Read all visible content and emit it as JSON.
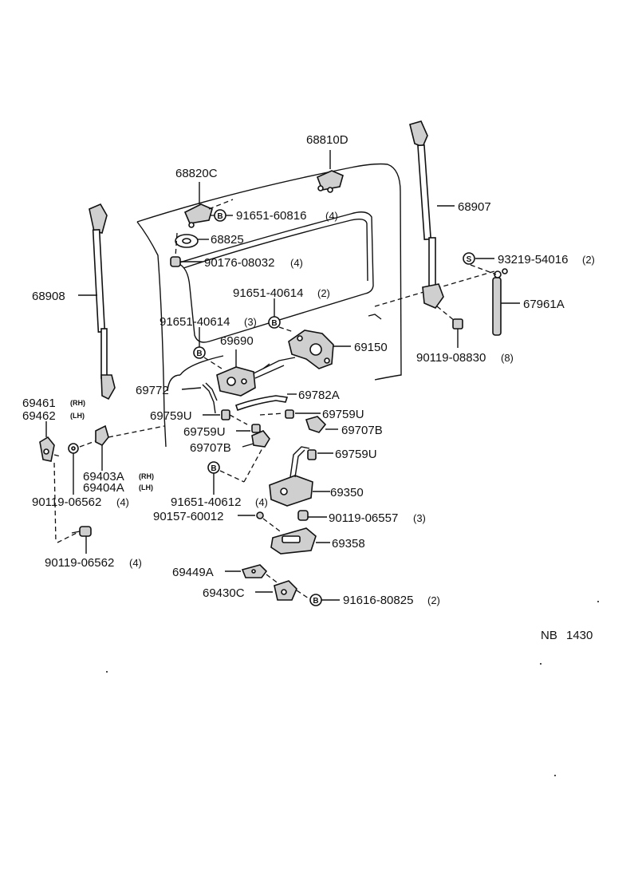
{
  "parts": {
    "p68810D": "68810D",
    "p68820C": "68820C",
    "p91651_60816": "91651-60816",
    "q91651_60816": "(4)",
    "p68825": "68825",
    "p90176_08032": "90176-08032",
    "q90176_08032": "(4)",
    "p68908": "68908",
    "p68907": "68907",
    "p93219_54016": "93219-54016",
    "q93219_54016": "(2)",
    "p67961A": "67961A",
    "p91651_40614a": "91651-40614",
    "q91651_40614a": "(2)",
    "p91651_40614b": "91651-40614",
    "q91651_40614b": "(3)",
    "p69690": "69690",
    "p69150": "69150",
    "p90119_08830": "90119-08830",
    "q90119_08830": "(8)",
    "p69772": "69772",
    "p69782A": "69782A",
    "p69461": "69461",
    "p69461_side": "(RH)",
    "p69462": "69462",
    "p69462_side": "(LH)",
    "p69759U_a": "69759U",
    "p69759U_b": "69759U",
    "p69759U_c": "69759U",
    "p69759U_d": "69759U",
    "p69707B_a": "69707B",
    "p69707B_b": "69707B",
    "p69403A": "69403A",
    "p69403A_side": "(RH)",
    "p69404A": "69404A",
    "p69404A_side": "(LH)",
    "p90119_06562a": "90119-06562",
    "q90119_06562a": "(4)",
    "p91651_40612": "91651-40612",
    "q91651_40612": "(4)",
    "p69350": "69350",
    "p90157_60012": "90157-60012",
    "p90119_06557": "90119-06557",
    "q90119_06557": "(3)",
    "p90119_06562b": "90119-06562",
    "q90119_06562b": "(4)",
    "p69358": "69358",
    "p69449A": "69449A",
    "p69430C": "69430C",
    "p91616_80825": "91616-80825",
    "q91616_80825": "(2)"
  },
  "symbols": {
    "bolt": "B",
    "special": "S"
  },
  "footer": {
    "code": "NB",
    "number": "1430"
  }
}
